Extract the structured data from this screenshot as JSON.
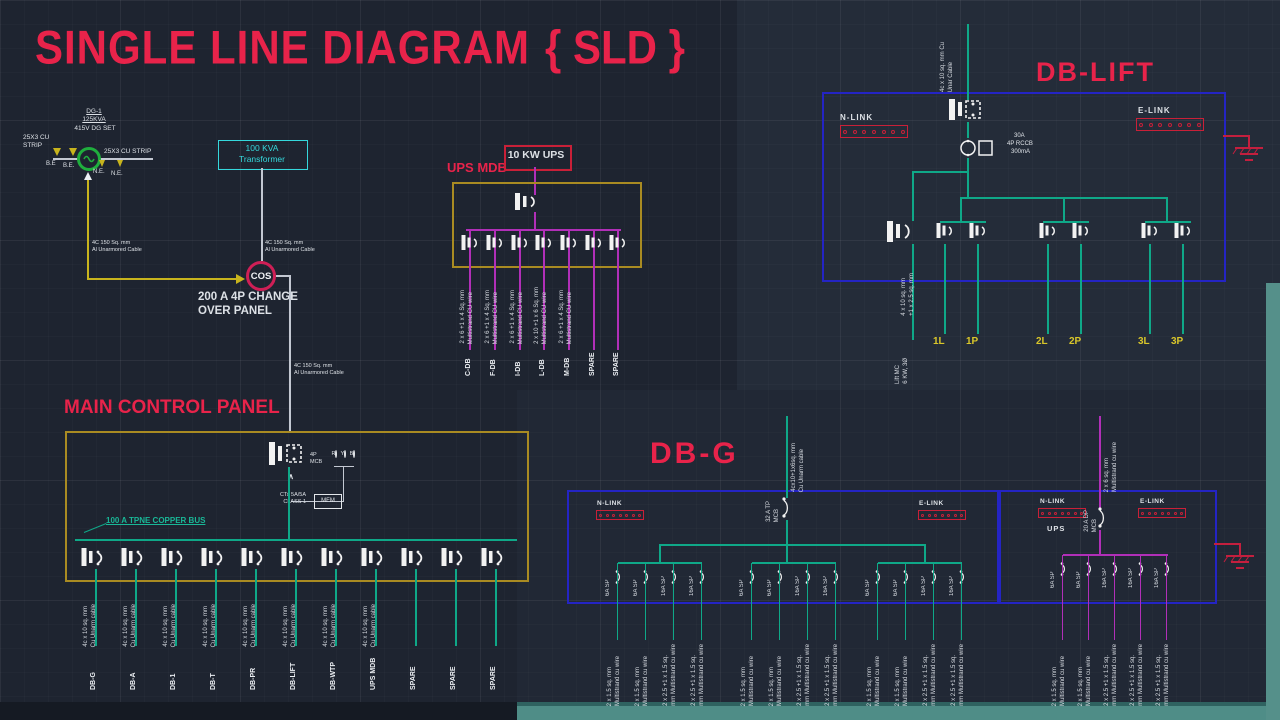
{
  "title": {
    "main": "SINGLE LINE DIAGRAM",
    "suffix": "{ SLD }"
  },
  "colors": {
    "red": "#e8234a",
    "teal_wire": "#0fa888",
    "magenta_wire": "#b12fb8",
    "yellow_wire": "#c8b41d",
    "blue_box": "#2424c4",
    "gold_box": "#a98b22",
    "cyan": "#35d8dc",
    "ground_red": "#c41f3e",
    "band_teal": "#4f8d87"
  },
  "dg": {
    "lines": [
      "DG-1",
      "125KVA",
      "415V DG SET"
    ],
    "strip_left1": "25X3 CU",
    "strip_left2": "STRIP",
    "strip_right": "25X3 CU STRIP",
    "be1": "B.E",
    "be2": "B.E.",
    "ne1": "N.E.",
    "ne2": "N.E."
  },
  "transformer": {
    "l1": "100 KVA",
    "l2": "Transformer"
  },
  "cable_al": {
    "l1": "4C 150 Sq. mm",
    "l2": "Al Unarmored Cable"
  },
  "cos": {
    "label": "COS",
    "panel1": "200 A 4P CHANGE",
    "panel2": "OVER PANEL"
  },
  "mcp": {
    "title": "MAIN CONTROL PANEL",
    "incomer1": "4P",
    "incomer2": "MCB",
    "lamps": [
      "R",
      "Y",
      "B"
    ],
    "ct1": "CTs 5A/5A",
    "ct2": "CLASS 1",
    "meter": "MFM",
    "bus_label": "100 A TPNE COPPER BUS",
    "feeders": [
      {
        "tag": "DB-G",
        "cable1": "4c x 10 sq. mm",
        "cable2": "Cu Unarm cable"
      },
      {
        "tag": "DB-A",
        "cable1": "4c x 10 sq. mm",
        "cable2": "Cu Unarm cable"
      },
      {
        "tag": "DB-1",
        "cable1": "4c x 10 sq. mm",
        "cable2": "Cu Unarm cable"
      },
      {
        "tag": "DB-T",
        "cable1": "4c x 10 sq. mm",
        "cable2": "Cu Unarm cable"
      },
      {
        "tag": "DB-PR",
        "cable1": "4c x 10 sq. mm",
        "cable2": "Cu Unarm cable"
      },
      {
        "tag": "DB-LIFT",
        "cable1": "4c x 10 sq. mm",
        "cable2": "Cu Unarm cable"
      },
      {
        "tag": "DB-WTP",
        "cable1": "4c x 10 sq. mm",
        "cable2": "Cu Unarm cable"
      },
      {
        "tag": "UPS MDB",
        "cable1": "4c x 10 sq. mm",
        "cable2": "Cu Unarm cable"
      },
      {
        "tag": "SPARE",
        "cable1": "",
        "cable2": ""
      },
      {
        "tag": "SPARE",
        "cable1": "",
        "cable2": ""
      },
      {
        "tag": "SPARE",
        "cable1": "",
        "cable2": ""
      }
    ]
  },
  "ups_mdb": {
    "label": "UPS MDB",
    "source": "10 KW UPS",
    "feeders": [
      {
        "tag": "C-DB",
        "cable1": "2 x 6 +1 x 4 Sq. mm",
        "cable2": "Multistrand CU wire"
      },
      {
        "tag": "F-DB",
        "cable1": "2 x 6 +1 x 4 Sq. mm",
        "cable2": "Multistrand CU wire"
      },
      {
        "tag": "I-DB",
        "cable1": "2 x 6 +1 x 4 Sq. mm",
        "cable2": "Multistrand CU wire"
      },
      {
        "tag": "L-DB",
        "cable1": "2 x 10 +1 x 6 Sq. mm",
        "cable2": "Multistrand CU wire"
      },
      {
        "tag": "M-DB",
        "cable1": "2 x 6 +1 x 4 Sq. mm",
        "cable2": "Multistrand CU wire"
      },
      {
        "tag": "SPARE",
        "cable1": "",
        "cable2": ""
      },
      {
        "tag": "SPARE",
        "cable1": "",
        "cable2": ""
      }
    ]
  },
  "db_lift": {
    "title": "DB-LIFT",
    "n_link": "N-LINK",
    "e_link": "E-LINK",
    "incoming1": "4c x 10 sq. mm Cu",
    "incoming2": "Unar Cable",
    "rccb1": "30A",
    "rccb2": "4P RCCB",
    "rccb3": "300mA",
    "lift_cable1": "4 x 10 sq. mm",
    "lift_cable2": "+1 x 2.5 sq. mm",
    "lift_load1": "Lift MC",
    "lift_load2": "6 KW, 3Ø",
    "circuits": [
      "1L",
      "1P",
      "2L",
      "2P",
      "3L",
      "3P"
    ]
  },
  "db_g": {
    "title": "DB-G",
    "n_link": "N-LINK",
    "e_link": "E-LINK",
    "incoming1": "4cx10+1x6sq. mm",
    "incoming2": "Cu Unarm cable",
    "mcb1": "32 A TP",
    "mcb2": "MCB",
    "circuit_types": {
      "c6": {
        "rating": "6A SP",
        "cable1": "2 x 1.5 sq. mm",
        "cable2": "Multistrand cu wire"
      },
      "c16": {
        "rating": "16A SP",
        "cable1": "2 x 2.5 +1 x 1.5 sq.",
        "cable2": "mm Multistrand cu wire"
      }
    },
    "groups": [
      [
        "c6",
        "c6",
        "c16",
        "c16"
      ],
      [
        "c6",
        "c6",
        "c16",
        "c16"
      ],
      [
        "c6",
        "c6",
        "c16",
        "c16"
      ]
    ]
  },
  "ups_db": {
    "n_link": "N-LINK",
    "label": "UPS",
    "e_link": "E-LINK",
    "incoming1": "2 x 6 sq. mm",
    "incoming2": "Multistrand cu wire",
    "mcb1": "20 A DP",
    "mcb2": "MCB",
    "circuits": [
      "c6",
      "c6",
      "c16",
      "c16",
      "c16"
    ]
  }
}
